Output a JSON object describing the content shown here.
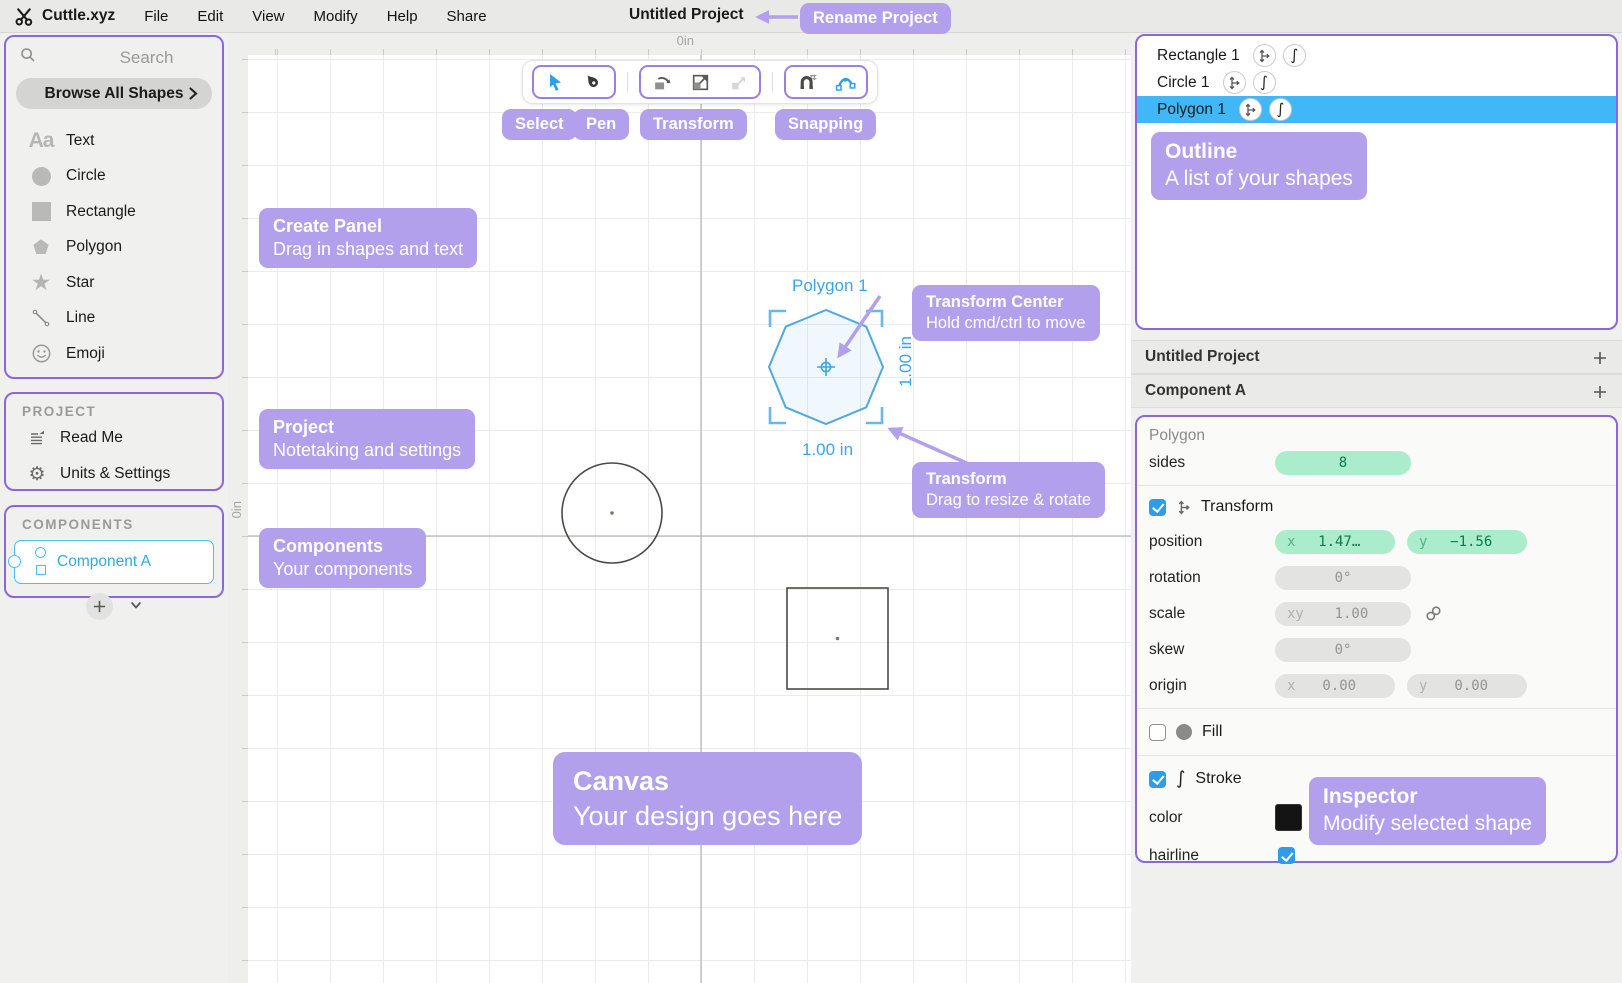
{
  "menu_bar": {
    "app_name": "Cuttle.xyz",
    "menus": [
      "File",
      "Edit",
      "View",
      "Modify",
      "Help",
      "Share"
    ],
    "project_title": "Untitled Project"
  },
  "tooltips": {
    "rename": {
      "title": "Rename Project"
    },
    "select": {
      "title": "Select"
    },
    "pen": {
      "title": "Pen"
    },
    "transform_tool": {
      "title": "Transform"
    },
    "snapping": {
      "title": "Snapping"
    },
    "create_panel": {
      "title": "Create Panel",
      "body": "Drag in shapes and text"
    },
    "project": {
      "title": "Project",
      "body": "Notetaking and settings"
    },
    "components": {
      "title": "Components",
      "body": "Your components"
    },
    "canvas": {
      "title": "Canvas",
      "body": "Your design goes here"
    },
    "transform_center": {
      "title": "Transform Center",
      "body": "Hold cmd/ctrl to move"
    },
    "transform_handle": {
      "title": "Transform",
      "body": "Drag to resize & rotate"
    },
    "outline": {
      "title": "Outline",
      "body": "A list of your shapes"
    },
    "inspector": {
      "title": "Inspector",
      "body": "Modify selected shape"
    }
  },
  "create_panel": {
    "search_placeholder": "Search",
    "browse_label": "Browse All Shapes",
    "shapes": [
      {
        "label": "Text",
        "icon": "text-icon",
        "glyph": "Aa"
      },
      {
        "label": "Circle",
        "icon": "circle-icon"
      },
      {
        "label": "Rectangle",
        "icon": "rectangle-icon"
      },
      {
        "label": "Polygon",
        "icon": "polygon-icon"
      },
      {
        "label": "Star",
        "icon": "star-icon",
        "glyph": "★"
      },
      {
        "label": "Line",
        "icon": "line-icon"
      },
      {
        "label": "Emoji",
        "icon": "emoji-icon"
      }
    ]
  },
  "project_panel": {
    "header": "PROJECT",
    "items": [
      {
        "label": "Read Me",
        "icon": "document-icon"
      },
      {
        "label": "Units & Settings",
        "icon": "gear-icon",
        "glyph": "⚙"
      }
    ]
  },
  "components_panel": {
    "header": "COMPONENTS",
    "items": [
      {
        "label": "Component A"
      }
    ]
  },
  "canvas": {
    "ruler_zero_top": "0in",
    "ruler_zero_left": "0in",
    "selected_shape_label": "Polygon 1",
    "width_dimension": "1.00 in",
    "height_dimension": "1.00 in"
  },
  "outline_panel": {
    "items": [
      {
        "label": "Rectangle 1",
        "selected": false
      },
      {
        "label": "Circle 1",
        "selected": false
      },
      {
        "label": "Polygon 1",
        "selected": true
      }
    ]
  },
  "scope_rows": [
    {
      "label": "Untitled Project"
    },
    {
      "label": "Component A"
    }
  ],
  "inspector": {
    "shape_header": "Polygon",
    "sides_label": "sides",
    "sides_value": "8",
    "transform_label": "Transform",
    "position_label": "position",
    "position_x_prefix": "x",
    "position_x": "1.47…",
    "position_y_prefix": "y",
    "position_y": "−1.56",
    "rotation_label": "rotation",
    "rotation_value": "0°",
    "scale_label": "scale",
    "scale_prefix": "xy",
    "scale_value": "1.00",
    "skew_label": "skew",
    "skew_value": "0°",
    "origin_label": "origin",
    "origin_x_prefix": "x",
    "origin_x": "0.00",
    "origin_y_prefix": "y",
    "origin_y": "0.00",
    "fill_label": "Fill",
    "stroke_label": "Stroke",
    "stroke_glyph": "∫",
    "color_label": "color",
    "hairline_label": "hairline"
  },
  "colors": {
    "annotation_purple": "#b3a0ed",
    "panel_border_purple": "#8a68dc",
    "selection_blue": "#40b7f6",
    "shape_stroke_blue": "#4fa9e2",
    "component_cyan": "#2ea9e4",
    "value_pill_green": "#abeccd",
    "value_pill_green_text": "#0e7a47",
    "stroke_color_swatch": "#141414"
  }
}
